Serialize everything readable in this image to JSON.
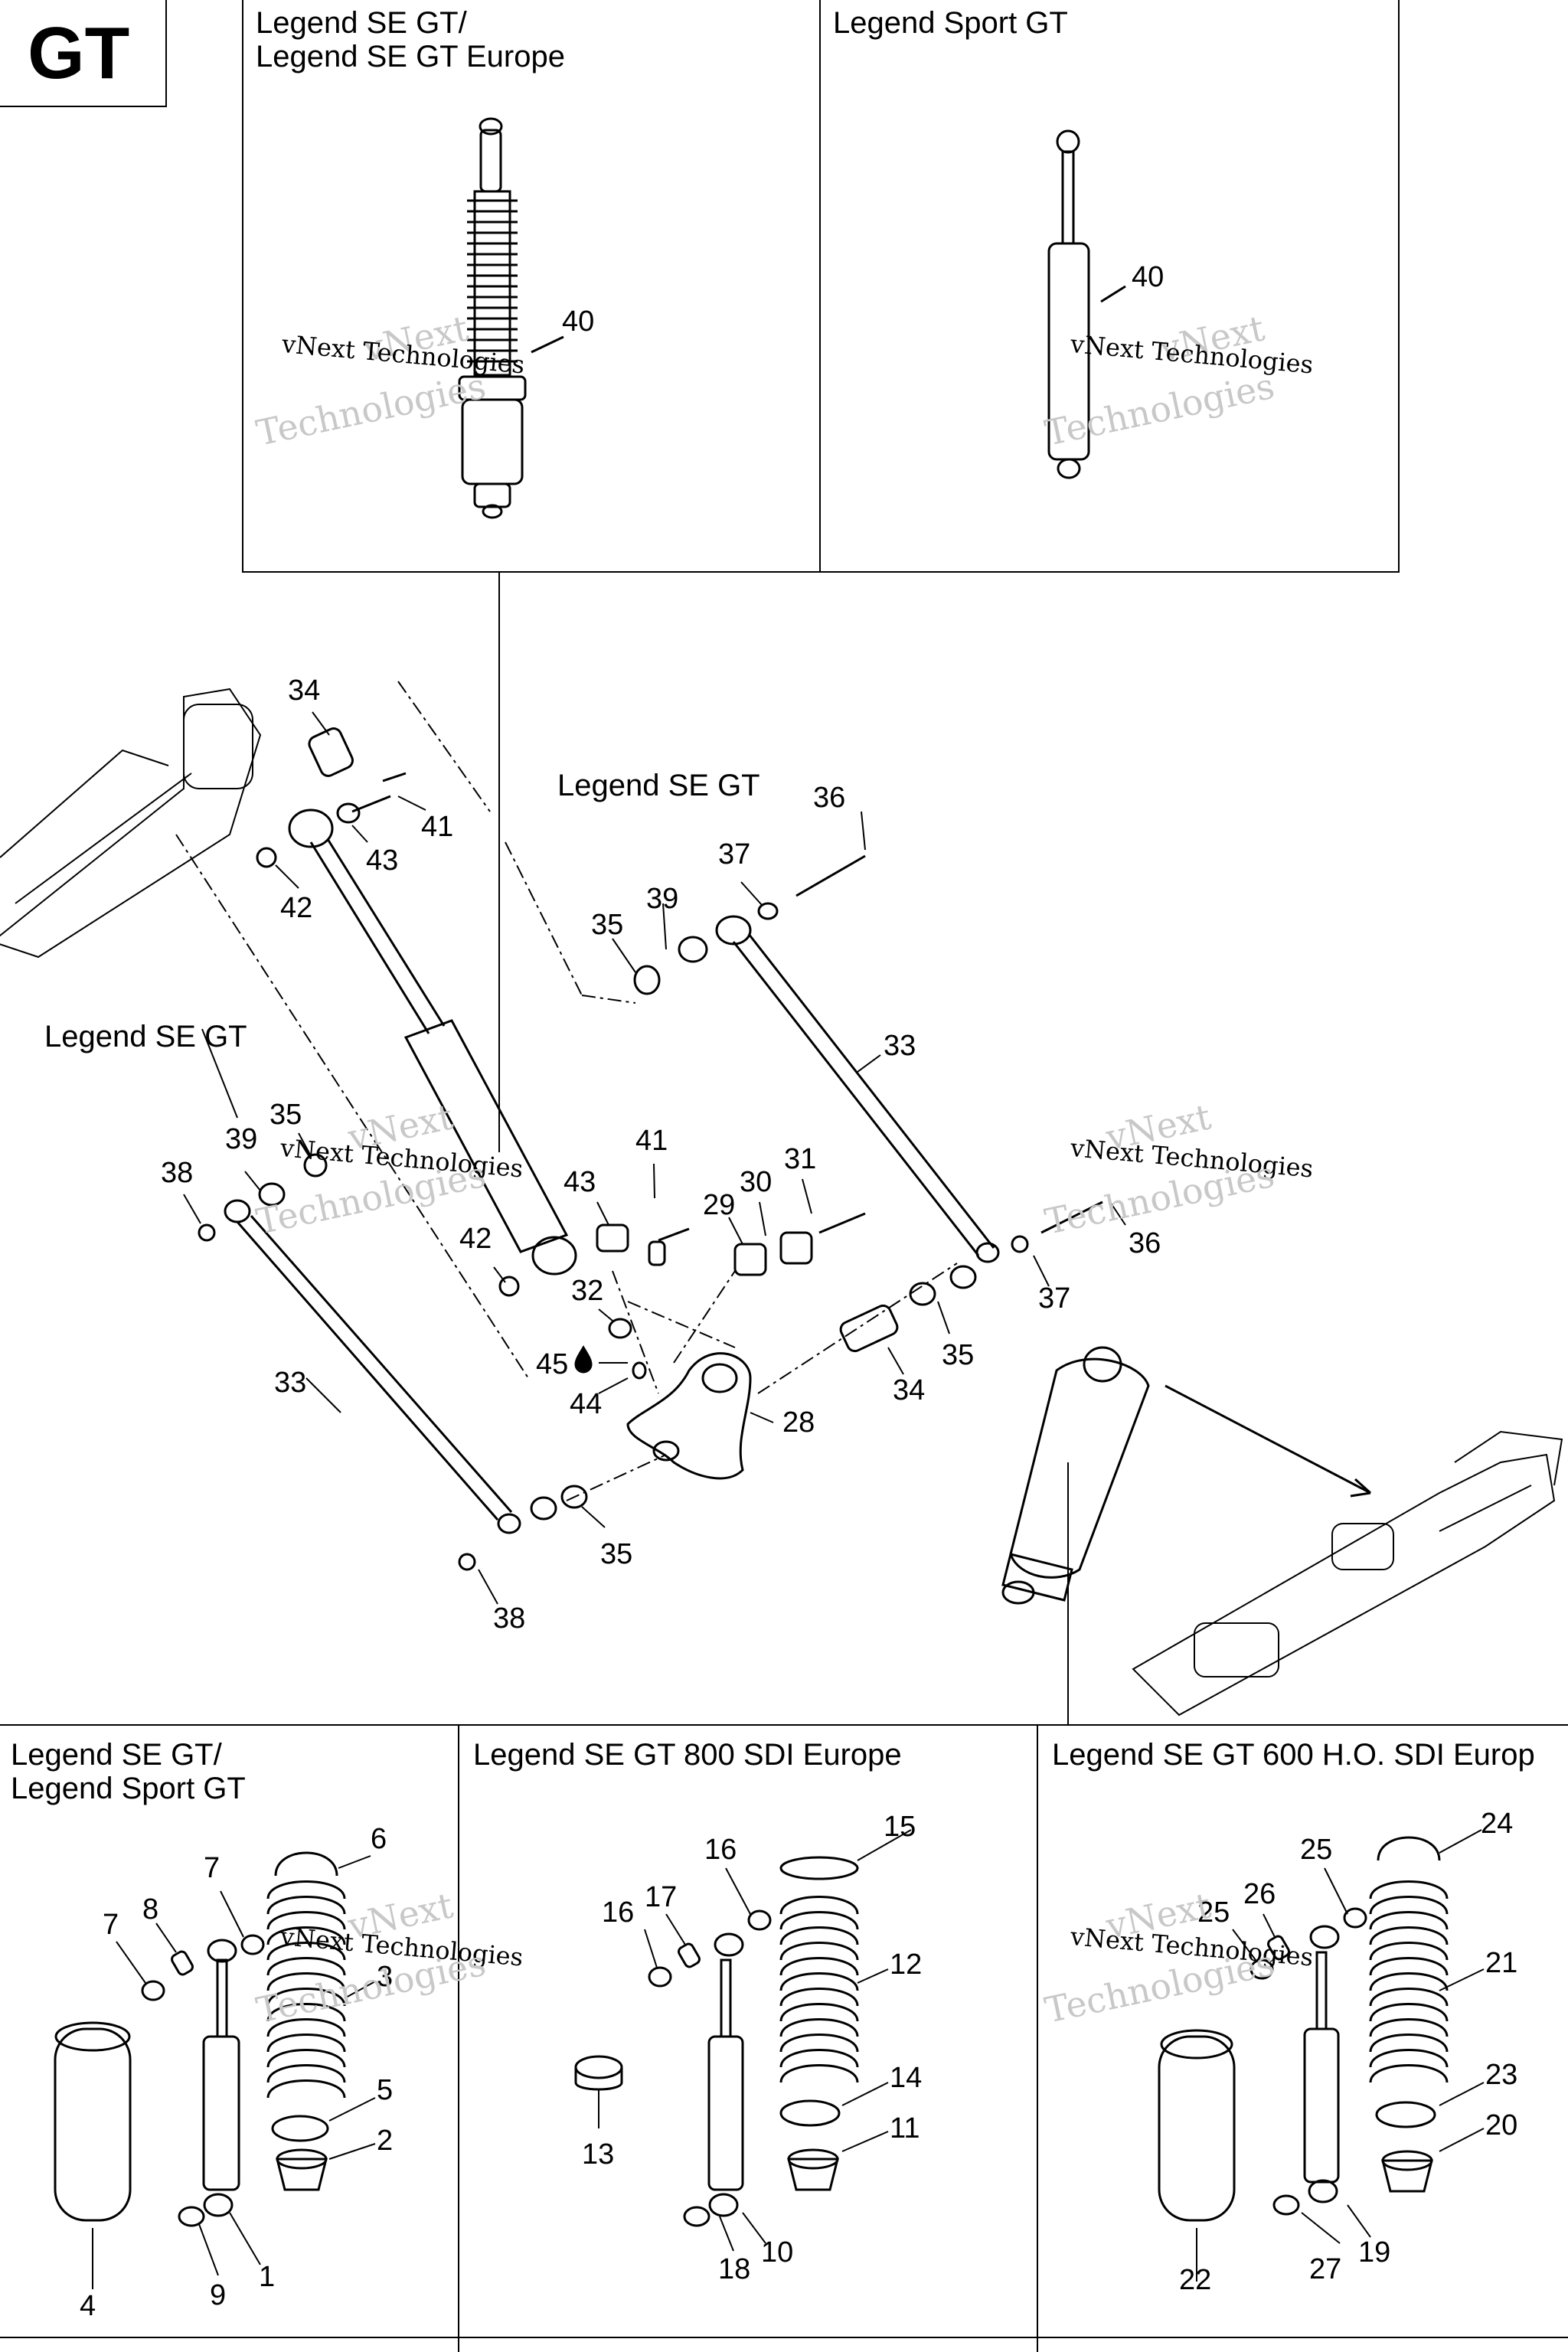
{
  "header": {
    "badge": "GT"
  },
  "top_panels": {
    "left_title": "Legend SE GT/\nLegend SE GT Europe",
    "right_title": "Legend Sport GT",
    "left_callout": "40",
    "right_callout": "40"
  },
  "main": {
    "labels": {
      "legend_se_gt_right": "Legend SE GT",
      "legend_se_gt_left": "Legend SE GT"
    },
    "callouts": [
      {
        "id": "c34a",
        "text": "34"
      },
      {
        "id": "c41a",
        "text": "41"
      },
      {
        "id": "c43a",
        "text": "43"
      },
      {
        "id": "c42a",
        "text": "42"
      },
      {
        "id": "c36a",
        "text": "36"
      },
      {
        "id": "c37a",
        "text": "37"
      },
      {
        "id": "c39a",
        "text": "39"
      },
      {
        "id": "c35a",
        "text": "35"
      },
      {
        "id": "c33a",
        "text": "33"
      },
      {
        "id": "c39b",
        "text": "39"
      },
      {
        "id": "c35b",
        "text": "35"
      },
      {
        "id": "c38a",
        "text": "38"
      },
      {
        "id": "c41b",
        "text": "41"
      },
      {
        "id": "c43b",
        "text": "43"
      },
      {
        "id": "c31",
        "text": "31"
      },
      {
        "id": "c30",
        "text": "30"
      },
      {
        "id": "c29",
        "text": "29"
      },
      {
        "id": "c42b",
        "text": "42"
      },
      {
        "id": "c32",
        "text": "32"
      },
      {
        "id": "c45",
        "text": "45"
      },
      {
        "id": "c44",
        "text": "44"
      },
      {
        "id": "c28",
        "text": "28"
      },
      {
        "id": "c34b",
        "text": "34"
      },
      {
        "id": "c35c",
        "text": "35"
      },
      {
        "id": "c37b",
        "text": "37"
      },
      {
        "id": "c36b",
        "text": "36"
      },
      {
        "id": "c33b",
        "text": "33"
      },
      {
        "id": "c35d",
        "text": "35"
      },
      {
        "id": "c38b",
        "text": "38"
      }
    ]
  },
  "bottom_panels": {
    "p1_title": "Legend SE GT/\nLegend Sport GT",
    "p2_title": "Legend SE GT 800 SDI Europe",
    "p3_title": "Legend SE GT 600 H.O. SDI Europ",
    "p1_callouts": [
      {
        "id": "b6",
        "text": "6"
      },
      {
        "id": "b7a",
        "text": "7"
      },
      {
        "id": "b7b",
        "text": "7"
      },
      {
        "id": "b8",
        "text": "8"
      },
      {
        "id": "b3",
        "text": "3"
      },
      {
        "id": "b5",
        "text": "5"
      },
      {
        "id": "b2",
        "text": "2"
      },
      {
        "id": "b4",
        "text": "4"
      },
      {
        "id": "b9",
        "text": "9"
      },
      {
        "id": "b1",
        "text": "1"
      }
    ],
    "p2_callouts": [
      {
        "id": "b15",
        "text": "15"
      },
      {
        "id": "b16a",
        "text": "16"
      },
      {
        "id": "b16b",
        "text": "16"
      },
      {
        "id": "b17",
        "text": "17"
      },
      {
        "id": "b12",
        "text": "12"
      },
      {
        "id": "b14",
        "text": "14"
      },
      {
        "id": "b11",
        "text": "11"
      },
      {
        "id": "b13",
        "text": "13"
      },
      {
        "id": "b18",
        "text": "18"
      },
      {
        "id": "b10",
        "text": "10"
      }
    ],
    "p3_callouts": [
      {
        "id": "b24",
        "text": "24"
      },
      {
        "id": "b25a",
        "text": "25"
      },
      {
        "id": "b25b",
        "text": "25"
      },
      {
        "id": "b26",
        "text": "26"
      },
      {
        "id": "b21",
        "text": "21"
      },
      {
        "id": "b23",
        "text": "23"
      },
      {
        "id": "b20",
        "text": "20"
      },
      {
        "id": "b22",
        "text": "22"
      },
      {
        "id": "b27",
        "text": "27"
      },
      {
        "id": "b19",
        "text": "19"
      }
    ]
  },
  "watermark": {
    "line1": "vNext",
    "line2": "vNext Technologies",
    "line3": "Technologies"
  }
}
